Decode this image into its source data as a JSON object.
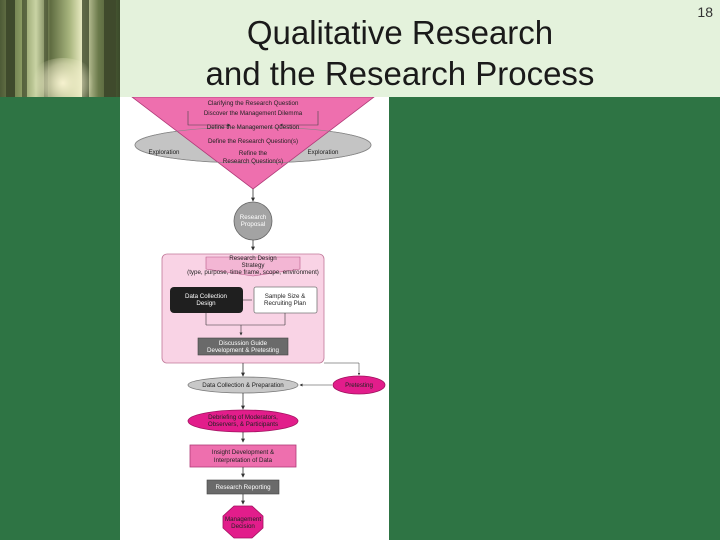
{
  "slide": {
    "title_line1": "Qualitative Research",
    "title_line2": "and the Research Process",
    "number": "18"
  },
  "flowchart": {
    "clarify": "Clarifying the Research Question",
    "discover": "Discover the Management Dilemma",
    "define_mgmt": "Define the Management Question",
    "define_research": "Define the Research Question(s)",
    "refine_1": "Refine the",
    "refine_2": "Research Question(s)",
    "exploration_left": "Exploration",
    "exploration_right": "Exploration",
    "proposal_1": "Research",
    "proposal_2": "Proposal",
    "design_1": "Research Design",
    "design_2": "Strategy",
    "design_3": "(type, purpose, time frame, scope, environment)",
    "data_coll_1": "Data Collection",
    "data_coll_2": "Design",
    "sample_1": "Sample Size &",
    "sample_2": "Recruiting Plan",
    "guide_1": "Discussion Guide",
    "guide_2": "Development & Pretesting",
    "collection": "Data Collection & Preparation",
    "pretesting": "Pretesting",
    "debrief_1": "Debriefing of Moderators,",
    "debrief_2": "Observers, & Participants",
    "insight_1": "Insight Development &",
    "insight_2": "Interpretation of Data",
    "report": "Research Reporting",
    "decision_1": "Management",
    "decision_2": "Decision"
  },
  "colors": {
    "background": "#2e7444",
    "header": "#e4f2dc",
    "pink": "#ee6fae",
    "light_pink": "#f9d3e5",
    "magenta": "#e21d8b",
    "gray": "#bcbcbc",
    "dark": "#1f1f1f"
  }
}
